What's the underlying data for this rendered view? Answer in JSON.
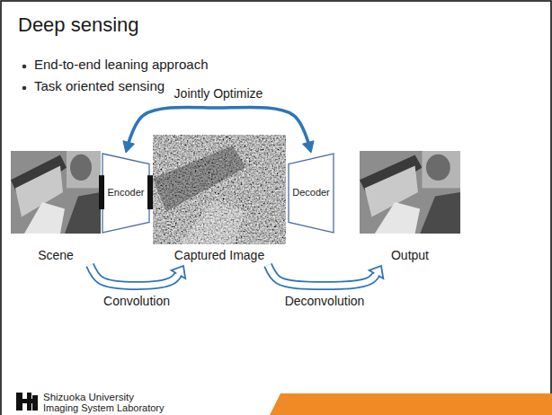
{
  "diagram": {
    "title": "Deep sensing",
    "nodes": [
      {
        "text": [
          "Scene"
        ]
      },
      {
        "text": [
          "Encoder"
        ]
      },
      {
        "text": [
          "Captured Image"
        ]
      },
      {
        "text": [
          "Decoder"
        ]
      },
      {
        "text": [
          "Output"
        ]
      }
    ],
    "edges": [
      {
        "from": 1,
        "to": 3,
        "arrow": "both",
        "label": "Jointly Optimize"
      },
      {
        "from": 0,
        "to": 2,
        "arrow": "to",
        "label": "Convolution"
      },
      {
        "from": 2,
        "to": 4,
        "arrow": "to",
        "label": "Deconvolution"
      }
    ],
    "labels": [
      "End-to-end leaning approach",
      "Task oriented sensing",
      "Shizuoka University",
      "Imaging System Laboratory"
    ]
  }
}
